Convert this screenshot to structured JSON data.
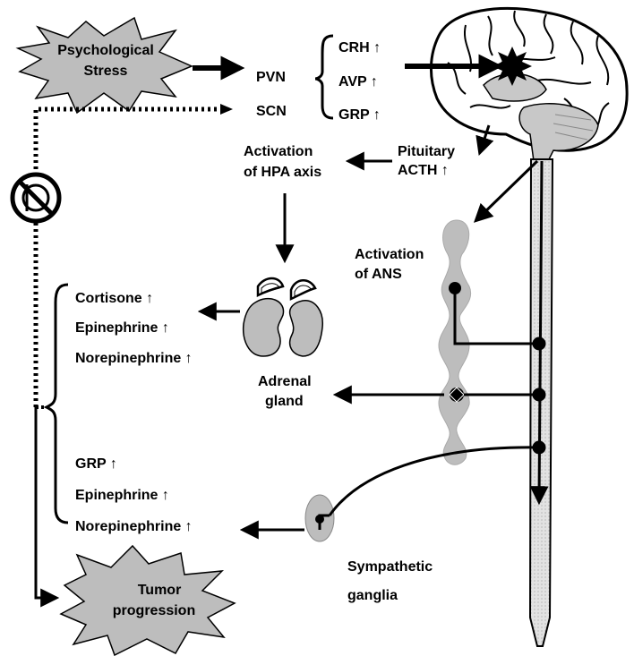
{
  "stress": {
    "line1": "Psychological",
    "line2": "Stress"
  },
  "hypothalamus": {
    "pvn": "PVN",
    "scn": "SCN"
  },
  "hormones_top": {
    "crh": "CRH ↑",
    "avp": "AVP ↑",
    "grp": "GRP ↑"
  },
  "pituitary": {
    "line1": "Pituitary",
    "line2": "ACTH ↑"
  },
  "hpa": {
    "line1": "Activation",
    "line2": "of HPA axis"
  },
  "ans": {
    "line1": "Activation",
    "line2": "of ANS"
  },
  "adrenal_outputs": {
    "item1": "Cortisone ↑",
    "item2": "Epinephrine ↑",
    "item3": "Norepinephrine ↑"
  },
  "adrenal": {
    "line1": "Adrenal",
    "line2": "gland"
  },
  "ganglia_outputs": {
    "item1": "GRP ↑",
    "item2": "Epinephrine ↑",
    "item3": "Norepinephrine ↑"
  },
  "ganglia": {
    "line1": "Sympathetic",
    "line2": "ganglia"
  },
  "tumor": {
    "line1": "Tumor",
    "line2": "progression"
  },
  "colors": {
    "shape_fill": "#bdbdbd",
    "line": "#000000",
    "background": "#ffffff"
  }
}
